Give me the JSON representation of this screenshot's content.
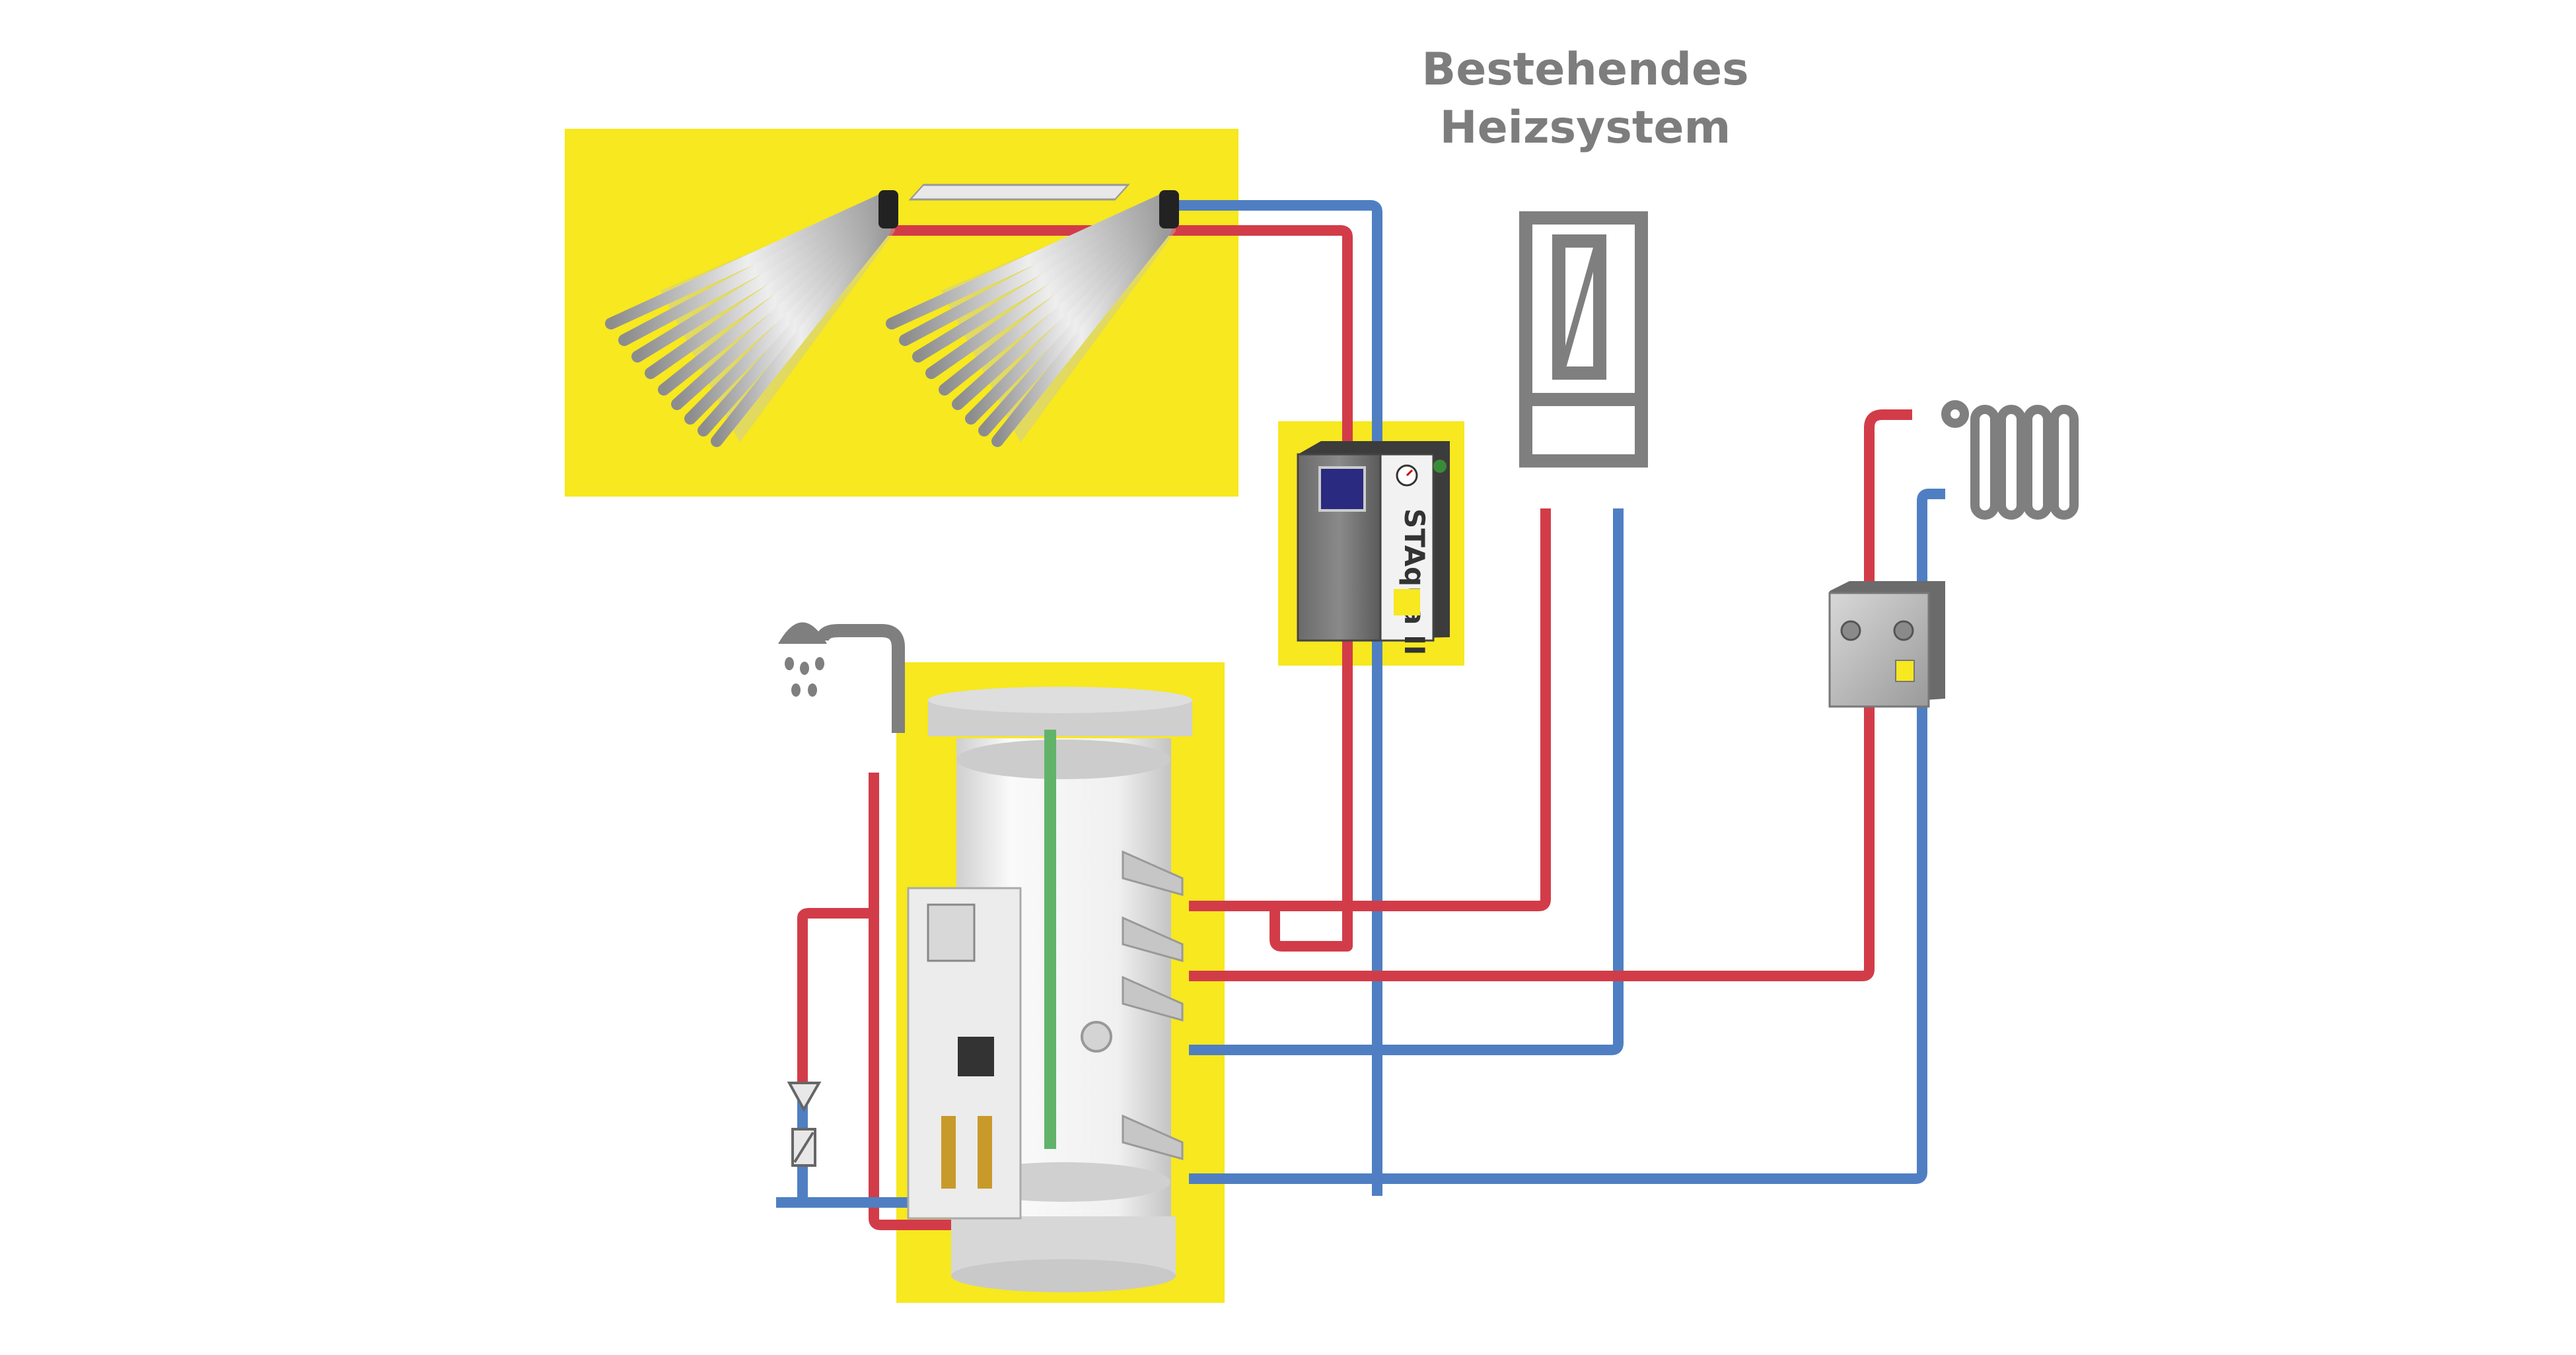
{
  "heading": {
    "line1": "Bestehendes",
    "line2": "Heizsystem"
  },
  "controller": {
    "label": "STAqua II"
  },
  "colors": {
    "highlight": "#f7e81f",
    "hot_pipe": "#d23c48",
    "cold_pipe": "#4f7fc2",
    "icon_gray": "#7f7f7f",
    "heading_gray": "#7d7d7d"
  },
  "icons": [
    "solar-collector-icon",
    "shower-icon",
    "boiler-icon",
    "radiator-icon",
    "mixing-station-icon",
    "storage-tank-icon",
    "controller-icon",
    "valve-icon"
  ]
}
